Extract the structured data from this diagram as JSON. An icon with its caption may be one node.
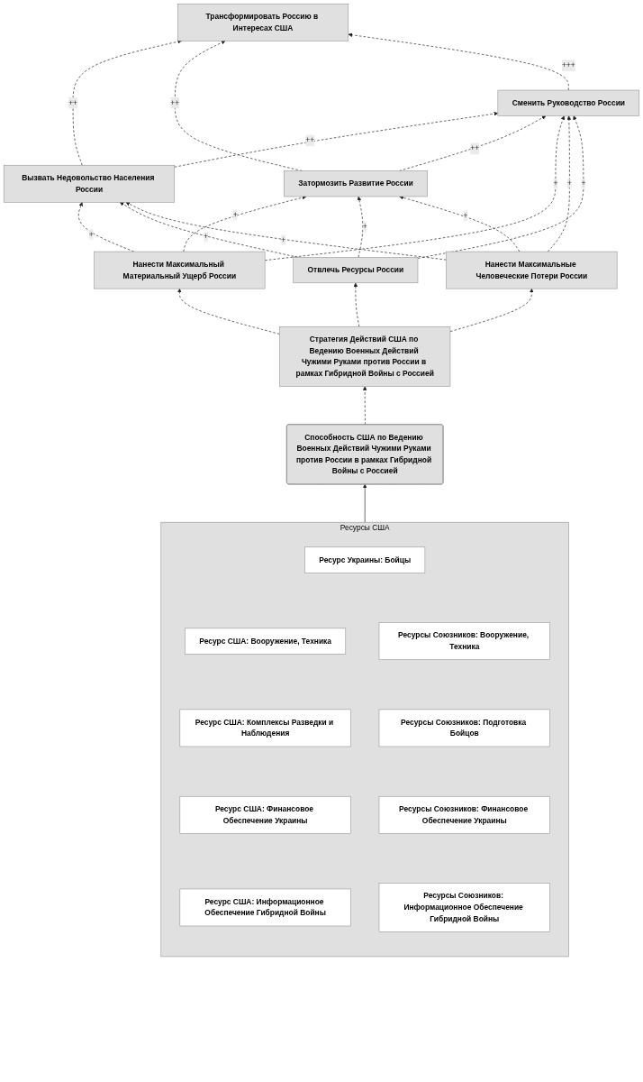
{
  "diagram": {
    "nodes": [
      {
        "text": [
          "Трансформировать Россию в Интересах США"
        ]
      },
      {
        "text": [
          "Сменить Руководство России"
        ]
      },
      {
        "text": [
          "Вызвать Недовольство Населения России"
        ]
      },
      {
        "text": [
          "Затормозить Развитие России"
        ]
      },
      {
        "text": [
          "Нанести Максимальный Материальный Ущерб России"
        ]
      },
      {
        "text": [
          "Нанести Максимальные Человеческие Потери России"
        ]
      },
      {
        "text": [
          "Отвлечь Ресурсы России"
        ]
      },
      {
        "text": [
          "Стратегия Действий США по Ведению Военных Действий Чужими Руками против России в рамках Гибридной Войны с Россией"
        ]
      },
      {
        "text": [
          "Способность США по Ведению Военных Действий Чужими Руками против России в рамках Гибридной Войны с Россией"
        ]
      },
      {
        "text": [
          "Ресурсы США"
        ]
      },
      {
        "text": [
          "Ресурс Украины: Бойцы"
        ],
        "in": 9
      },
      {
        "text": [
          "Ресурс США: Вооружение, Техника"
        ],
        "in": 9
      },
      {
        "text": [
          "Ресурсы Союзников: Вооружение, Техника"
        ],
        "in": 9
      },
      {
        "text": [
          "Ресурс США: Комплексы Разведки и Наблюдения"
        ],
        "in": 9
      },
      {
        "text": [
          "Ресурсы Союзников: Подготовка Бойцов"
        ],
        "in": 9
      },
      {
        "text": [
          "Ресурс США: Финансовое Обеспечение Украины"
        ],
        "in": 9
      },
      {
        "text": [
          "Ресурсы Союзников: Финансовое Обеспечение Украины"
        ],
        "in": 9
      },
      {
        "text": [
          "Ресурс США: Информационное Обеспечение Гибридной Войны"
        ],
        "in": 9
      },
      {
        "text": [
          "Ресурсы Союзников: Информационное Обеспечение Гибридной Войны"
        ],
        "in": 9
      }
    ],
    "edges": [
      {
        "from": 2,
        "to": 0,
        "arrow": "to",
        "label": "++",
        "style": "dashed"
      },
      {
        "from": 3,
        "to": 0,
        "arrow": "to",
        "label": "++",
        "style": "dashed"
      },
      {
        "from": 1,
        "to": 0,
        "arrow": "to",
        "label": "+++",
        "style": "dashed"
      },
      {
        "from": 2,
        "to": 1,
        "arrow": "to",
        "label": "++",
        "style": "dashed"
      },
      {
        "from": 3,
        "to": 1,
        "arrow": "to",
        "label": "++",
        "style": "dashed"
      },
      {
        "from": 4,
        "to": 1,
        "arrow": "to",
        "label": "+",
        "style": "dashed"
      },
      {
        "from": 5,
        "to": 1,
        "arrow": "to",
        "label": "+",
        "style": "dashed"
      },
      {
        "from": 6,
        "to": 1,
        "arrow": "to",
        "label": "+",
        "style": "dashed"
      },
      {
        "from": 4,
        "to": 2,
        "arrow": "to",
        "label": "+",
        "style": "dashed"
      },
      {
        "from": 6,
        "to": 2,
        "arrow": "to",
        "label": "+",
        "style": "dashed"
      },
      {
        "from": 5,
        "to": 2,
        "arrow": "to",
        "label": "+",
        "style": "dashed"
      },
      {
        "from": 4,
        "to": 3,
        "arrow": "to",
        "label": "+",
        "style": "dashed"
      },
      {
        "from": 6,
        "to": 3,
        "arrow": "to",
        "label": "+",
        "style": "dashed"
      },
      {
        "from": 5,
        "to": 3,
        "arrow": "to",
        "label": "+",
        "style": "dashed"
      },
      {
        "from": 7,
        "to": 4,
        "arrow": "to",
        "style": "dashed"
      },
      {
        "from": 7,
        "to": 5,
        "arrow": "to",
        "style": "dashed"
      },
      {
        "from": 7,
        "to": 6,
        "arrow": "to",
        "style": "dashed"
      },
      {
        "from": 8,
        "to": 7,
        "arrow": "to",
        "style": "dashed"
      },
      {
        "from": 9,
        "to": 8,
        "arrow": "to"
      }
    ]
  }
}
